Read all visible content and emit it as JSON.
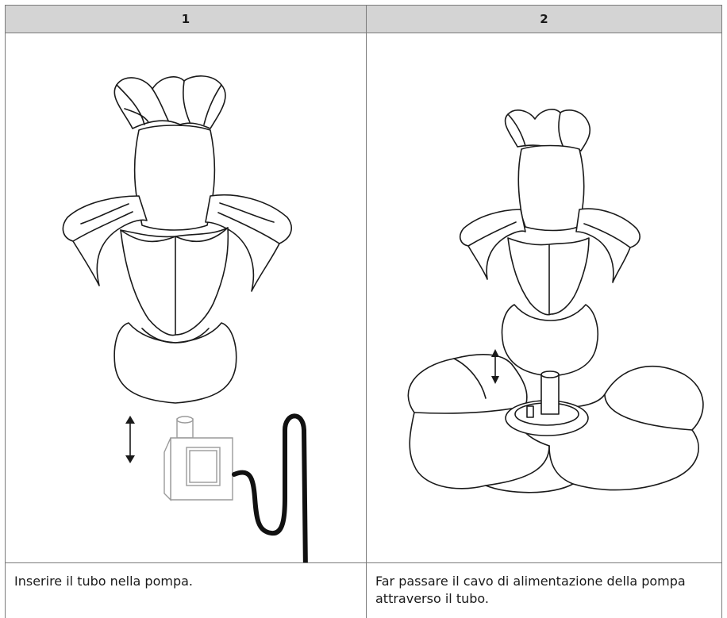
{
  "steps": [
    {
      "number": "1",
      "caption": "Inserire il tubo nella pompa."
    },
    {
      "number": "2",
      "caption": "Far passare il cavo di alimentazione della pompa attraverso il tubo."
    }
  ],
  "colors": {
    "header_background": "#d4d4d4",
    "border": "#7a7a7a",
    "text": "#1a1a1a"
  }
}
